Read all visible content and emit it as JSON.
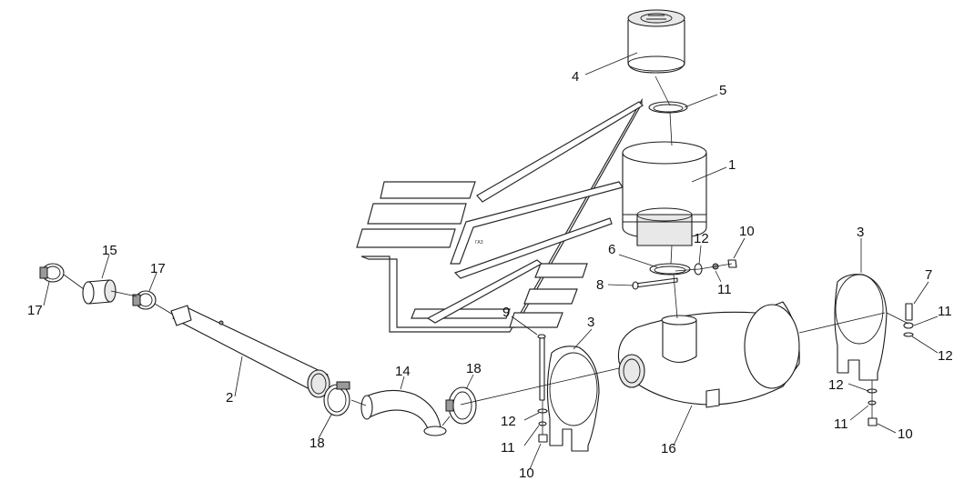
{
  "diagram": {
    "type": "exploded-parts-view",
    "background": "#ffffff",
    "line_color": "#1a1a1a",
    "callouts": [
      {
        "id": "c4",
        "label": "4"
      },
      {
        "id": "c5",
        "label": "5"
      },
      {
        "id": "c1",
        "label": "1"
      },
      {
        "id": "c6",
        "label": "6"
      },
      {
        "id": "c12a",
        "label": "12"
      },
      {
        "id": "c10a",
        "label": "10"
      },
      {
        "id": "c11a",
        "label": "11"
      },
      {
        "id": "c8",
        "label": "8"
      },
      {
        "id": "c3a",
        "label": "3"
      },
      {
        "id": "c7",
        "label": "7"
      },
      {
        "id": "c11b",
        "label": "11"
      },
      {
        "id": "c12b",
        "label": "12"
      },
      {
        "id": "c12c",
        "label": "12"
      },
      {
        "id": "c11c",
        "label": "11"
      },
      {
        "id": "c10b",
        "label": "10"
      },
      {
        "id": "c15",
        "label": "15"
      },
      {
        "id": "c17a",
        "label": "17"
      },
      {
        "id": "c17b",
        "label": "17"
      },
      {
        "id": "c9",
        "label": "9"
      },
      {
        "id": "c3b",
        "label": "3"
      },
      {
        "id": "c14",
        "label": "14"
      },
      {
        "id": "c18a",
        "label": "18"
      },
      {
        "id": "c2",
        "label": "2"
      },
      {
        "id": "c18b",
        "label": "18"
      },
      {
        "id": "c12d",
        "label": "12"
      },
      {
        "id": "c11d",
        "label": "11"
      },
      {
        "id": "c10c",
        "label": "10"
      },
      {
        "id": "c16",
        "label": "16"
      }
    ]
  }
}
